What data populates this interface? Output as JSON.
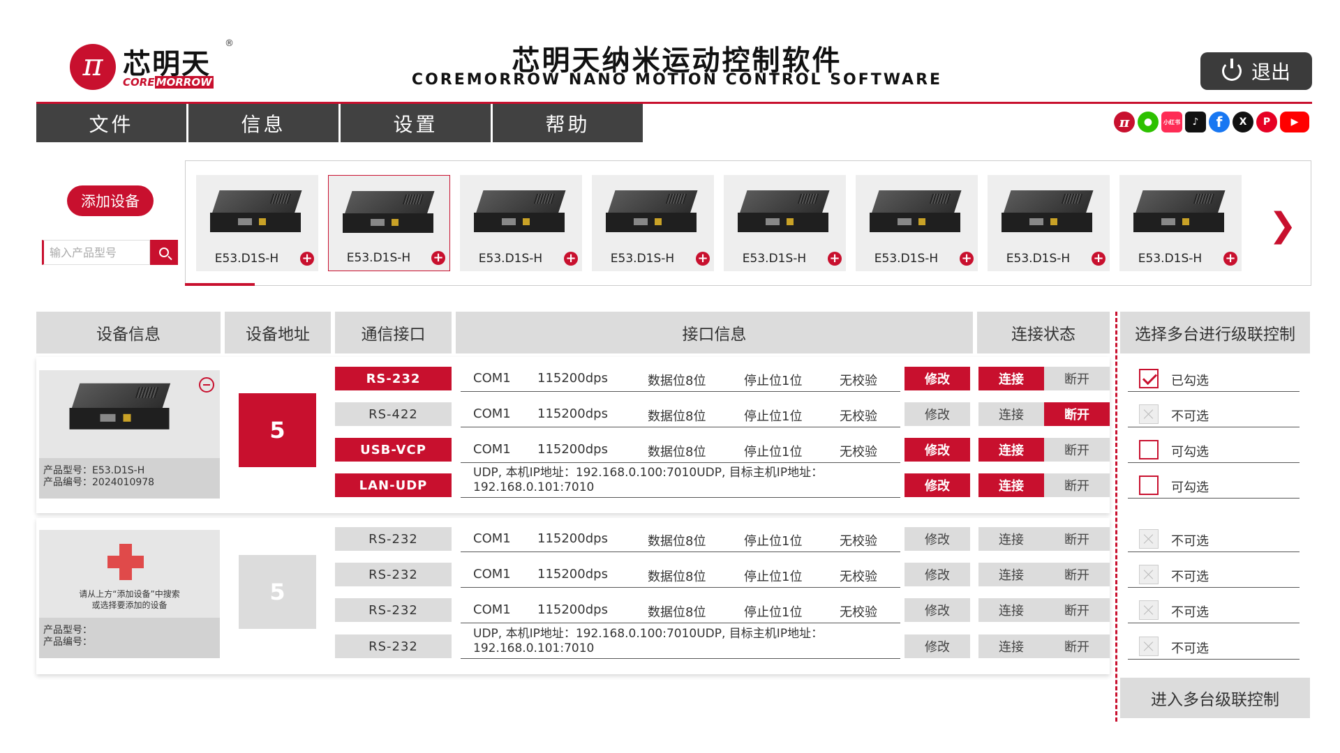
{
  "brand": {
    "logo_glyph": "π",
    "name": "芯明天",
    "reg": "®",
    "sub_a": "CORE",
    "sub_b": "MORROW"
  },
  "title": "芯明天纳米运动控制软件",
  "subtitle": "COREMORROW NANO MOTION CONTROL SOFTWARE",
  "exit_label": "退出",
  "menu": [
    "文件",
    "信息",
    "设置",
    "帮助"
  ],
  "social": [
    "coremorrow-icon",
    "wechat-icon",
    "xiaohongshu-icon",
    "tiktok-icon",
    "facebook-icon",
    "x-icon",
    "pinterest-icon",
    "youtube-icon"
  ],
  "social_text": {
    "coremorrow": "π",
    "wechat": "●",
    "xhs": "小红书",
    "tiktok": "♪",
    "facebook": "f",
    "x": "X",
    "pinterest": "P",
    "youtube": "▶"
  },
  "add_device_label": "添加设备",
  "search_placeholder": "输入产品型号",
  "carousel": [
    "E53.D1S-H",
    "E53.D1S-H",
    "E53.D1S-H",
    "E53.D1S-H",
    "E53.D1S-H",
    "E53.D1S-H",
    "E53.D1S-H",
    "E53.D1S-H"
  ],
  "carousel_plus": "+",
  "next_arrow": "❯",
  "headers": {
    "device_info": "设备信息",
    "address": "设备地址",
    "interface": "通信接口",
    "interface_info": "接口信息",
    "status": "连接状态",
    "cascade": "选择多台进行级联控制"
  },
  "groups": [
    {
      "model_line": "产品型号：E53.D1S-H",
      "serial_line": "产品编号：2024010978",
      "address": "5",
      "rows": [
        {
          "iface": "RS-232",
          "com": "COM1",
          "baud": "115200dps",
          "data": "数据位8位",
          "stop": "停止位1位",
          "parity": "无校验",
          "modify": "修改",
          "connect": "连接",
          "disconnect": "断开",
          "cascade": "已勾选"
        },
        {
          "iface": "RS-422",
          "com": "COM1",
          "baud": "115200dps",
          "data": "数据位8位",
          "stop": "停止位1位",
          "parity": "无校验",
          "modify": "修改",
          "connect": "连接",
          "disconnect": "断开",
          "cascade": "不可选"
        },
        {
          "iface": "USB-VCP",
          "com": "COM1",
          "baud": "115200dps",
          "data": "数据位8位",
          "stop": "停止位1位",
          "parity": "无校验",
          "modify": "修改",
          "connect": "连接",
          "disconnect": "断开",
          "cascade": "可勾选"
        },
        {
          "iface": "LAN-UDP",
          "udp": "UDP, 本机IP地址：192.168.0.100:7010UDP, 目标主机IP地址：192.168.0.101:7010",
          "modify": "修改",
          "connect": "连接",
          "disconnect": "断开",
          "cascade": "可勾选"
        }
      ]
    },
    {
      "hint_line1": "请从上方“添加设备”中搜索",
      "hint_line2": "或选择要添加的设备",
      "model_line": "产品型号：",
      "serial_line": "产品编号：",
      "address": "5",
      "rows": [
        {
          "iface": "RS-232",
          "com": "COM1",
          "baud": "115200dps",
          "data": "数据位8位",
          "stop": "停止位1位",
          "parity": "无校验",
          "modify": "修改",
          "connect": "连接",
          "disconnect": "断开",
          "cascade": "不可选"
        },
        {
          "iface": "RS-232",
          "com": "COM1",
          "baud": "115200dps",
          "data": "数据位8位",
          "stop": "停止位1位",
          "parity": "无校验",
          "modify": "修改",
          "connect": "连接",
          "disconnect": "断开",
          "cascade": "不可选"
        },
        {
          "iface": "RS-232",
          "com": "COM1",
          "baud": "115200dps",
          "data": "数据位8位",
          "stop": "停止位1位",
          "parity": "无校验",
          "modify": "修改",
          "connect": "连接",
          "disconnect": "断开",
          "cascade": "不可选"
        },
        {
          "iface": "RS-232",
          "udp": "UDP, 本机IP地址：192.168.0.100:7010UDP, 目标主机IP地址：192.168.0.101:7010",
          "modify": "修改",
          "connect": "连接",
          "disconnect": "断开",
          "cascade": "不可选"
        }
      ]
    }
  ],
  "cascade_button": "进入多台级联控制",
  "colors": {
    "accent": "#c8102e",
    "dark": "#414141",
    "gray": "#dcdcdc"
  }
}
